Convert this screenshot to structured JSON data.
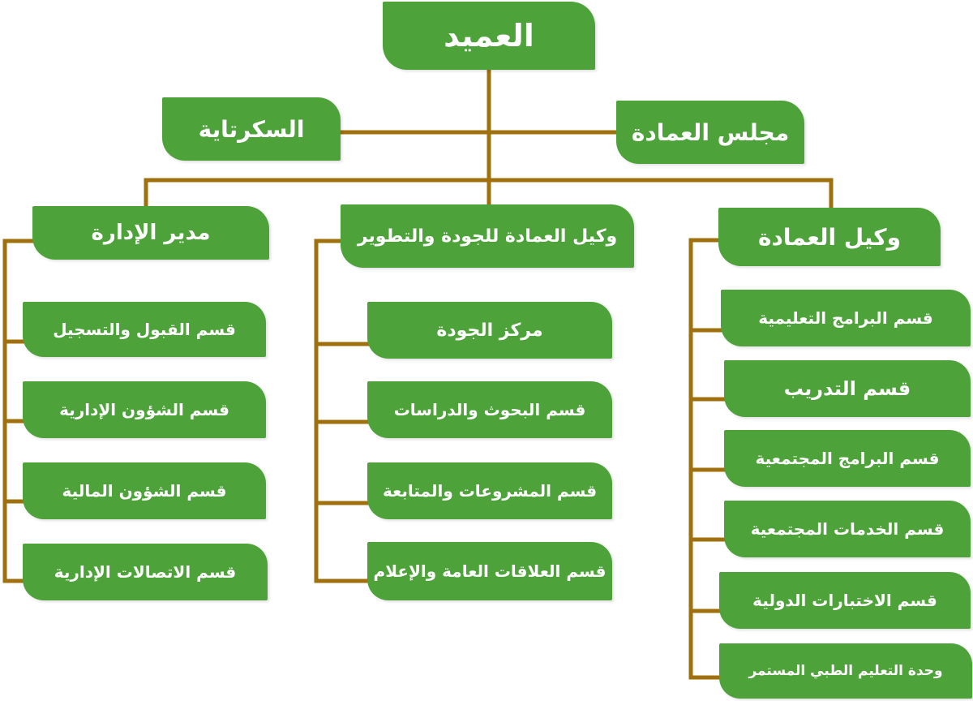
{
  "colors": {
    "box": "#4ea23a",
    "line": "#a0700f",
    "text": "#ffffff"
  },
  "dean": "العميد",
  "secretary": "السكرتاية",
  "deanship_council": "مجلس العمادة",
  "admin_director": {
    "title": "مدير الإدارة",
    "departments": [
      "قسم القبول والتسجيل",
      "قسم الشؤون الإدارية",
      "قسم الشؤون المالية",
      "قسم الاتصالات الإدارية"
    ]
  },
  "quality_vice_dean": {
    "title": "وكيل العمادة للجودة والتطوير",
    "departments": [
      "مركز الجودة",
      "قسم البحوث والدراسات",
      "قسم المشروعات والمتابعة",
      "قسم العلاقات العامة والإعلام"
    ]
  },
  "vice_dean": {
    "title": "وكيل العمادة",
    "departments": [
      "قسم البرامج التعليمية",
      "قسم التدريب",
      "قسم البرامج المجتمعية",
      "قسم الخدمات المجتمعية",
      "قسم الاختبارات الدولية",
      "وحدة التعليم الطبي المستمر"
    ]
  }
}
